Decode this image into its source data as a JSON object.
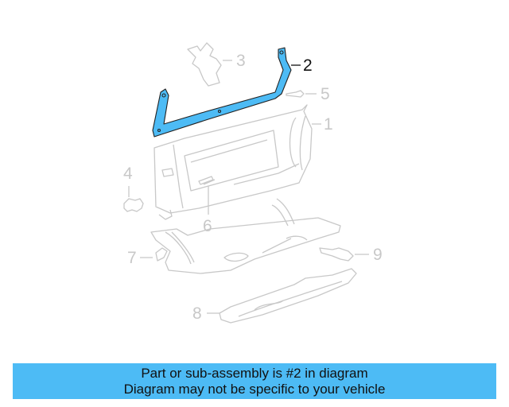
{
  "diagram": {
    "highlight_color": "#4dbbf5",
    "line_color": "#c8c8c8",
    "callouts": [
      {
        "number": "1",
        "part": "glove-box-assembly",
        "highlighted": false
      },
      {
        "number": "2",
        "part": "reinforcement-bracket",
        "highlighted": true
      },
      {
        "number": "3",
        "part": "insulator",
        "highlighted": false
      },
      {
        "number": "4",
        "part": "clip",
        "highlighted": false
      },
      {
        "number": "5",
        "part": "bumper",
        "highlighted": false
      },
      {
        "number": "6",
        "part": "latch",
        "highlighted": false
      },
      {
        "number": "7",
        "part": "hinge",
        "highlighted": false
      },
      {
        "number": "8",
        "part": "trim-panel",
        "highlighted": false
      },
      {
        "number": "9",
        "part": "striker",
        "highlighted": false
      }
    ]
  },
  "banner": {
    "line1": "Part or sub-assembly is #2 in diagram",
    "line2": "Diagram may not be specific to your vehicle",
    "background": "#4dbbf5"
  }
}
